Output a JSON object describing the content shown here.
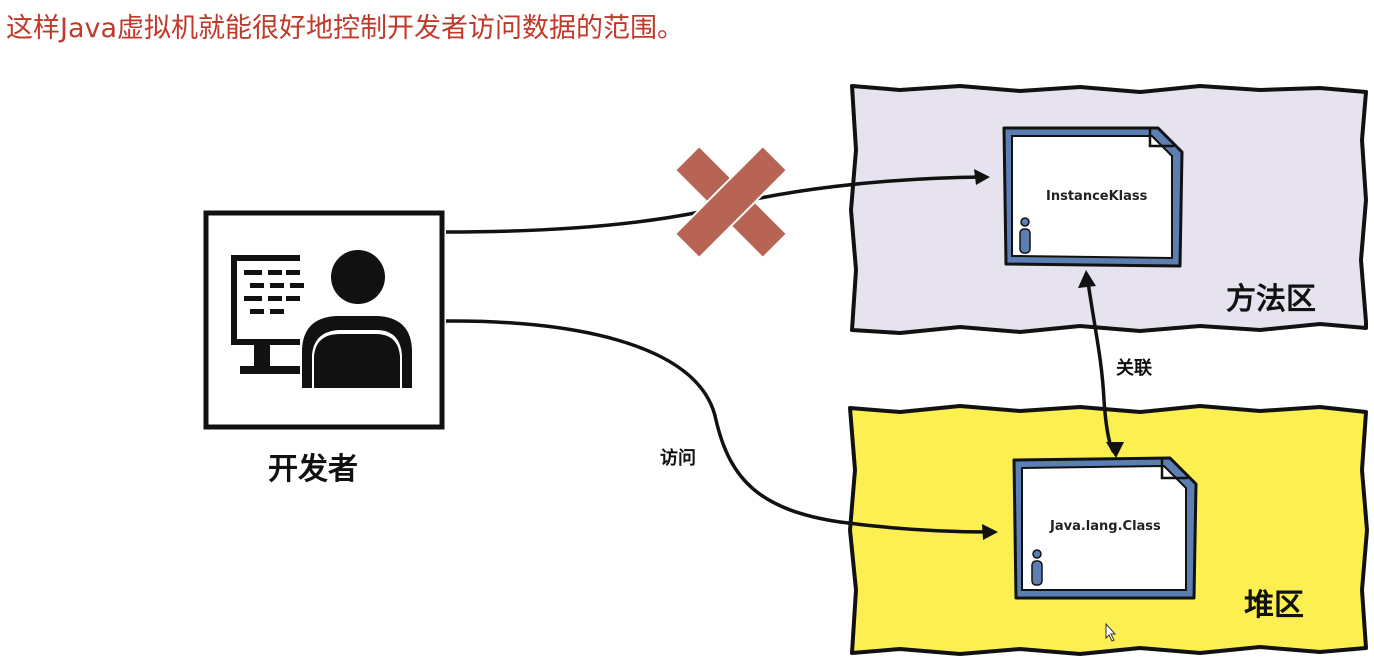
{
  "headline": "这样Java虚拟机就能很好地控制开发者访问数据的范围。",
  "developer": {
    "label": "开发者",
    "icon": "developer-at-computer-icon"
  },
  "method_area": {
    "label": "方法区",
    "fill": "#e6e3ee",
    "doc_label": "InstanceKlass",
    "doc_icon": "info-icon"
  },
  "heap_area": {
    "label": "堆区",
    "fill": "#fbef52",
    "doc_label": "Java.lang.Class",
    "doc_icon": "info-icon"
  },
  "edges": {
    "access_label": "访问",
    "association_label": "关联",
    "blocked_icon": "cross-icon",
    "blocked_color": "#b86454"
  },
  "colors": {
    "headline": "#c0392b",
    "doc_border": "#5b7fb3",
    "doc_fill": "#ffffff",
    "stroke": "#111111"
  }
}
